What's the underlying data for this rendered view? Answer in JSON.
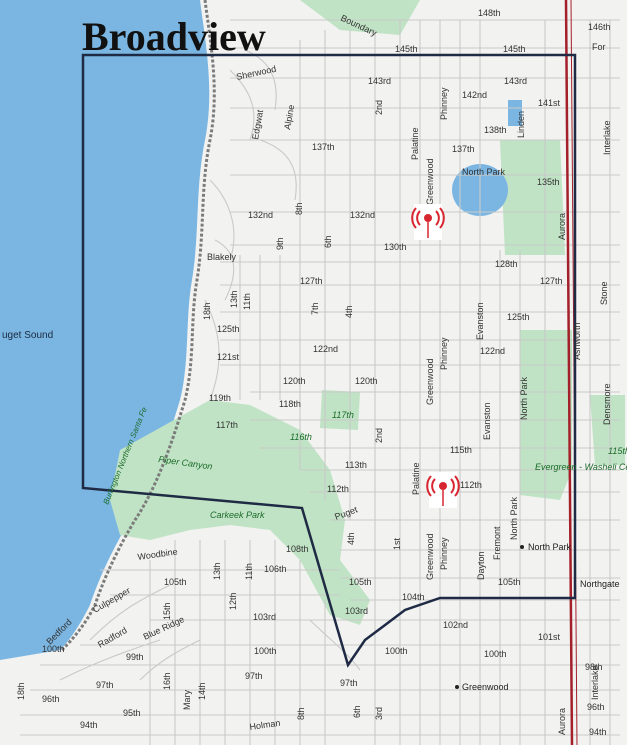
{
  "map": {
    "title": "Broadview",
    "water_label": "uget Sound",
    "rail_label": "Burlington Northern Santa Fe",
    "park_labels": {
      "piper_canyon": "Piper Canyon",
      "carkeek_park": "Carkeek Park",
      "evergreen_washelli": "Evergreen - Washeli Cem",
      "label_117th": "117th",
      "label_116th": "116th",
      "label_115th": "115th"
    },
    "poi_labels": {
      "north_park": "North Park",
      "greenwood": "Greenwood",
      "northgate": "Northgate"
    },
    "streets": {
      "s148": "148th",
      "s146": "146th",
      "s145": "145th",
      "s145b": "145th",
      "sfor": "For",
      "s143rd": "143rd",
      "s143rdb": "143rd",
      "s142": "142nd",
      "s141": "141st",
      "s138": "138th",
      "s137": "137th",
      "s137b": "137th",
      "s135": "135th",
      "s132": "132nd",
      "s132b": "132nd",
      "s130": "130th",
      "s128": "128th",
      "s127": "127th",
      "s127b": "127th",
      "s125": "125th",
      "s125b": "125th",
      "s122": "122nd",
      "s122b": "122nd",
      "s121": "121st",
      "s120": "120th",
      "s120b": "120th",
      "s119": "119th",
      "s118": "118th",
      "s117": "117th",
      "s115": "115th",
      "s113": "113th",
      "s112": "112th",
      "s112b": "112th",
      "s108": "108th",
      "s106": "106th",
      "s105": "105th",
      "s105b": "105th",
      "s105c": "105th",
      "s104": "104th",
      "s103": "103rd",
      "s103b": "103rd",
      "s102": "102nd",
      "s101": "101st",
      "s100": "100th",
      "s100b": "100th",
      "s100c": "100th",
      "s100d": "100th",
      "s99": "99th",
      "s98": "98th",
      "s97": "97th",
      "s97b": "97th",
      "s97c": "97th",
      "s96": "96th",
      "s96b": "96th",
      "s95": "95th",
      "s94": "94th",
      "s94b": "94th",
      "a2nd": "2nd",
      "a2ndb": "2nd",
      "a3rd": "3rd",
      "a1st": "1st",
      "a4th": "4th",
      "a4thb": "4th",
      "a6th": "6th",
      "a6thb": "6th",
      "a7th": "7th",
      "a8th": "8th",
      "a8thb": "8th",
      "a9th": "9th",
      "a11th": "11th",
      "a11thb": "11th",
      "a12th": "12th",
      "a13th": "13th",
      "a13thb": "13th",
      "a14th": "14th",
      "a15th": "15th",
      "a16th": "16th",
      "a18th": "18th",
      "a18thb": "18th",
      "palatine": "Palatine",
      "palatineb": "Palatine",
      "phinney": "Phinney",
      "phinneyb": "Phinney",
      "phinneyc": "Phinney",
      "greenwood_ave": "Greenwood",
      "greenwood_aveb": "Greenwood",
      "greenwood_avec": "Greenwood",
      "evanston": "Evanston",
      "evanstonb": "Evanston",
      "fremont": "Fremont",
      "dayton": "Dayton",
      "linden": "Linden",
      "aurora": "Aurora",
      "aurora2": "Aurora",
      "ashworth": "Ashworth",
      "stone": "Stone",
      "interlake": "Interlake",
      "interlakeb": "Interlake",
      "densmore": "Densmore",
      "blakely": "Blakely",
      "sherwood": "Sherwood",
      "edgewater": "Edgwat",
      "alpine": "Alpine",
      "woodbine": "Woodbine",
      "bedford": "Bedford",
      "radford": "Radford",
      "culpepper": "Culpepper",
      "blue_ridge": "Blue Ridge",
      "mary": "Mary",
      "holman": "Holman",
      "boundary": "Boundary",
      "puget": "Puget",
      "linden_north": "North Park",
      "north_park_ave": "North Park",
      "north_park_ave2": "North Park"
    }
  }
}
